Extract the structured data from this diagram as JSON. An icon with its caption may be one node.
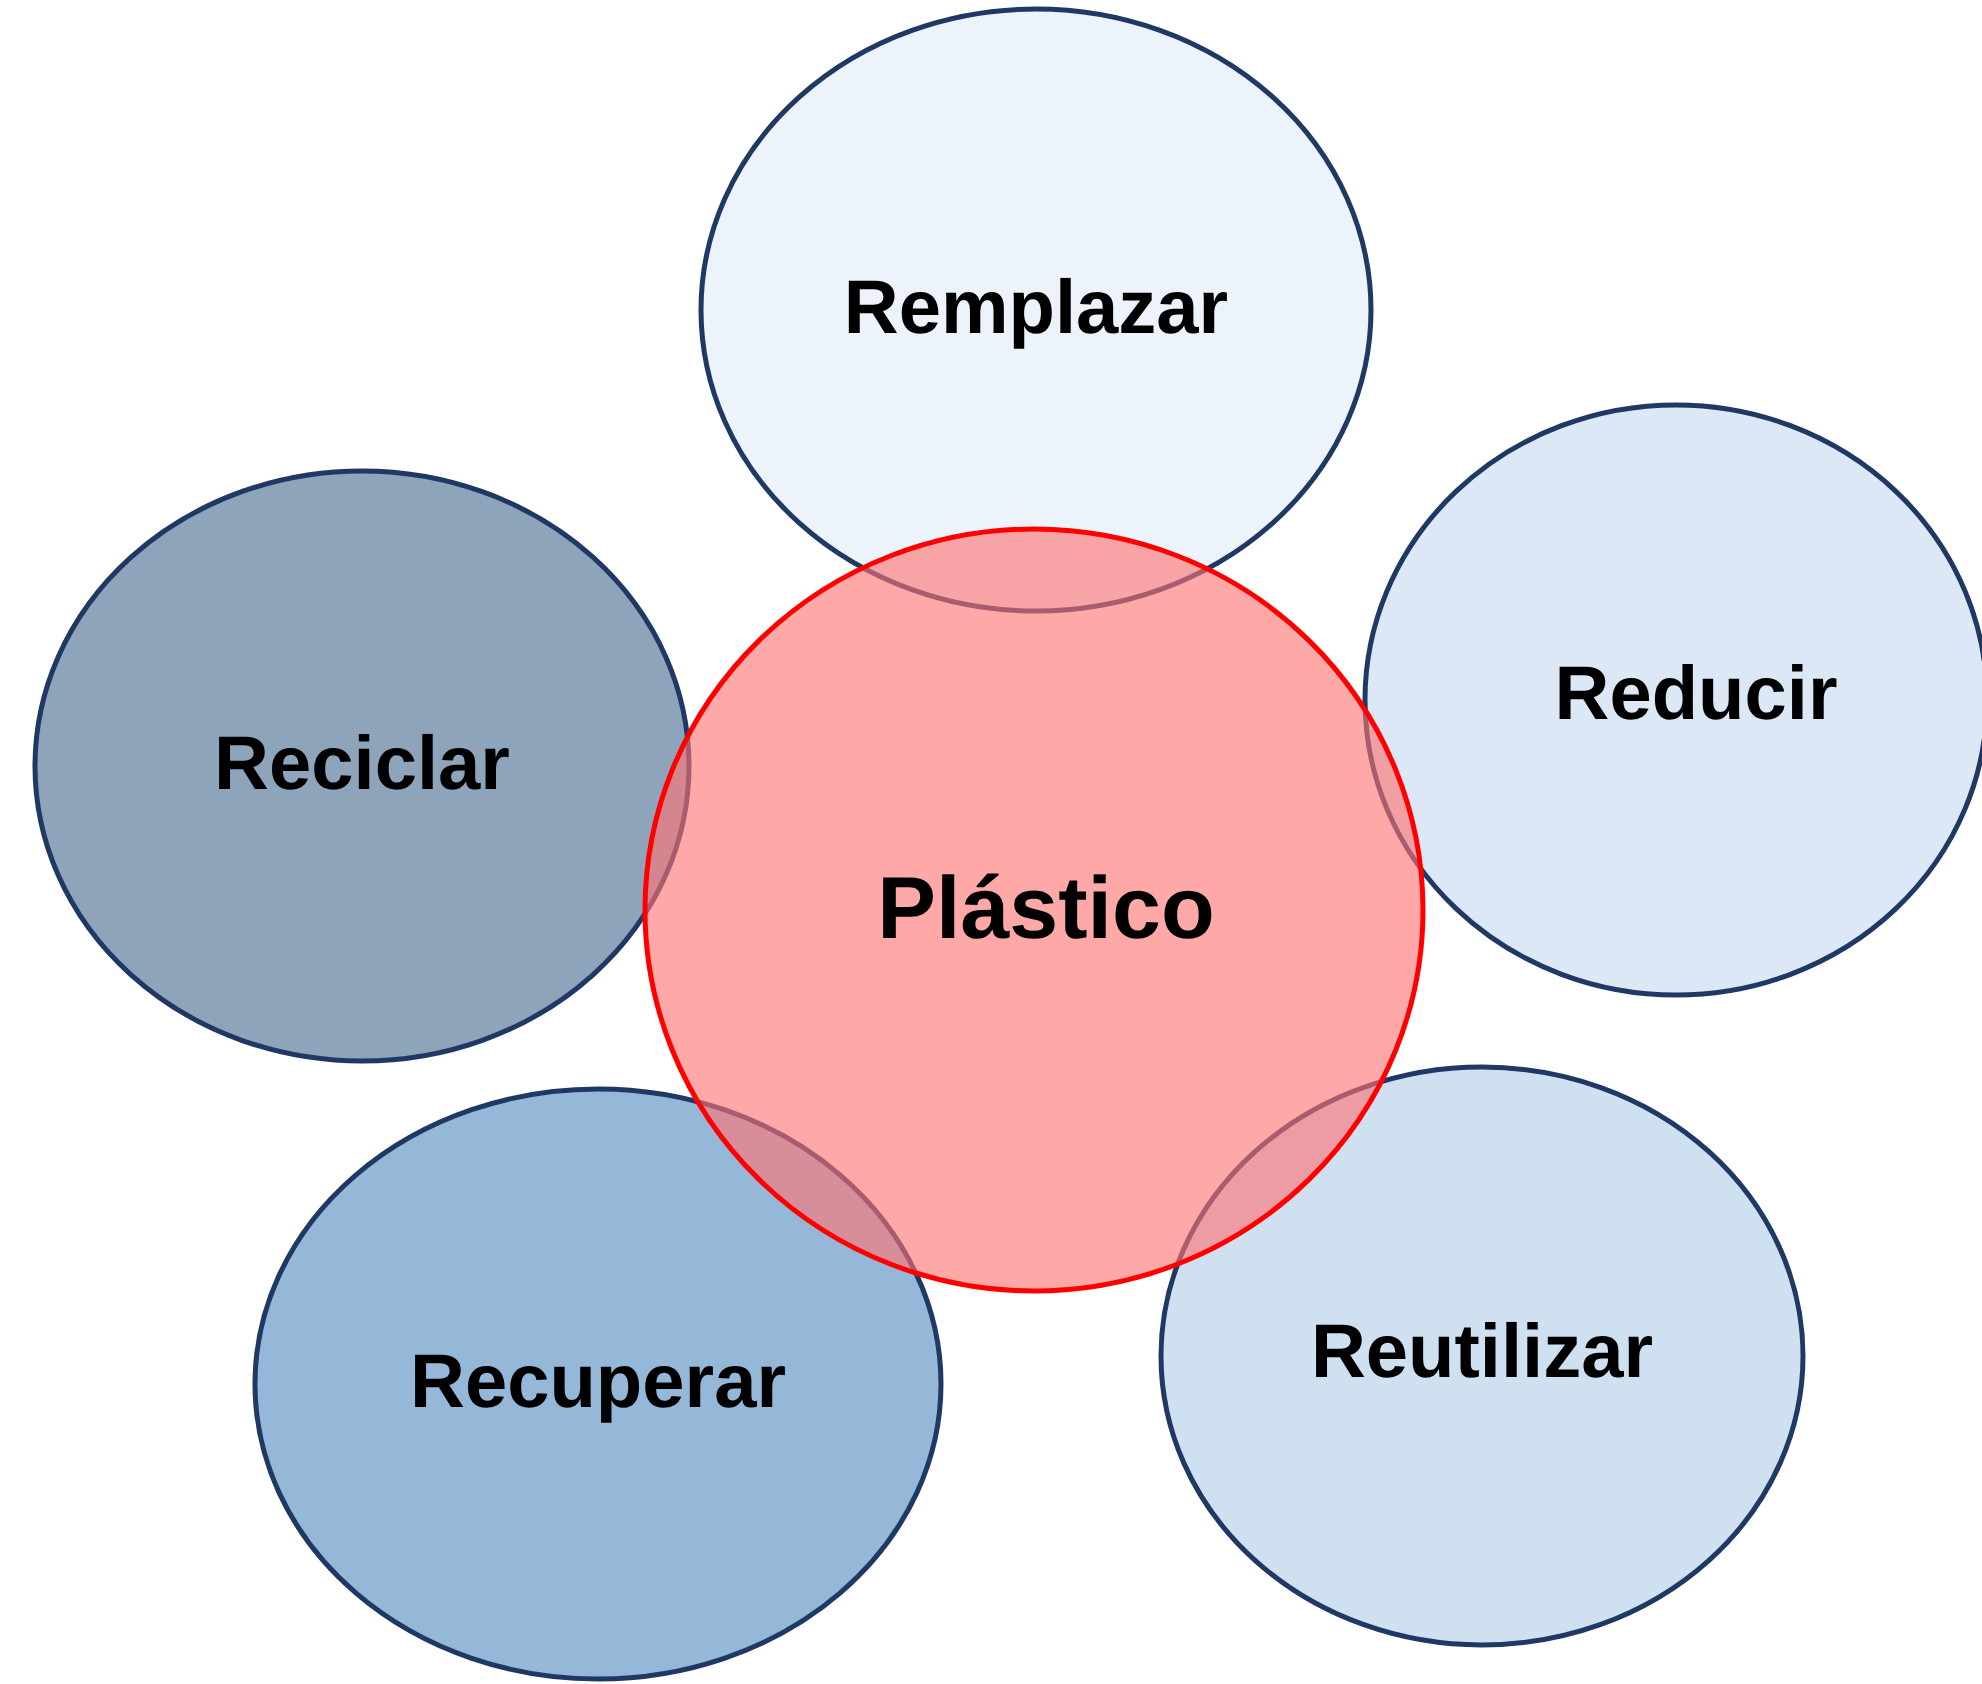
{
  "diagram": {
    "nodes": [
      {
        "text": [
          "Remplazar"
        ]
      },
      {
        "text": [
          "Reciclar"
        ]
      },
      {
        "text": [
          "Reducir"
        ]
      },
      {
        "text": [
          "Plástico"
        ]
      },
      {
        "text": [
          "Recuperar"
        ]
      },
      {
        "text": [
          "Reutilizar"
        ]
      }
    ]
  }
}
